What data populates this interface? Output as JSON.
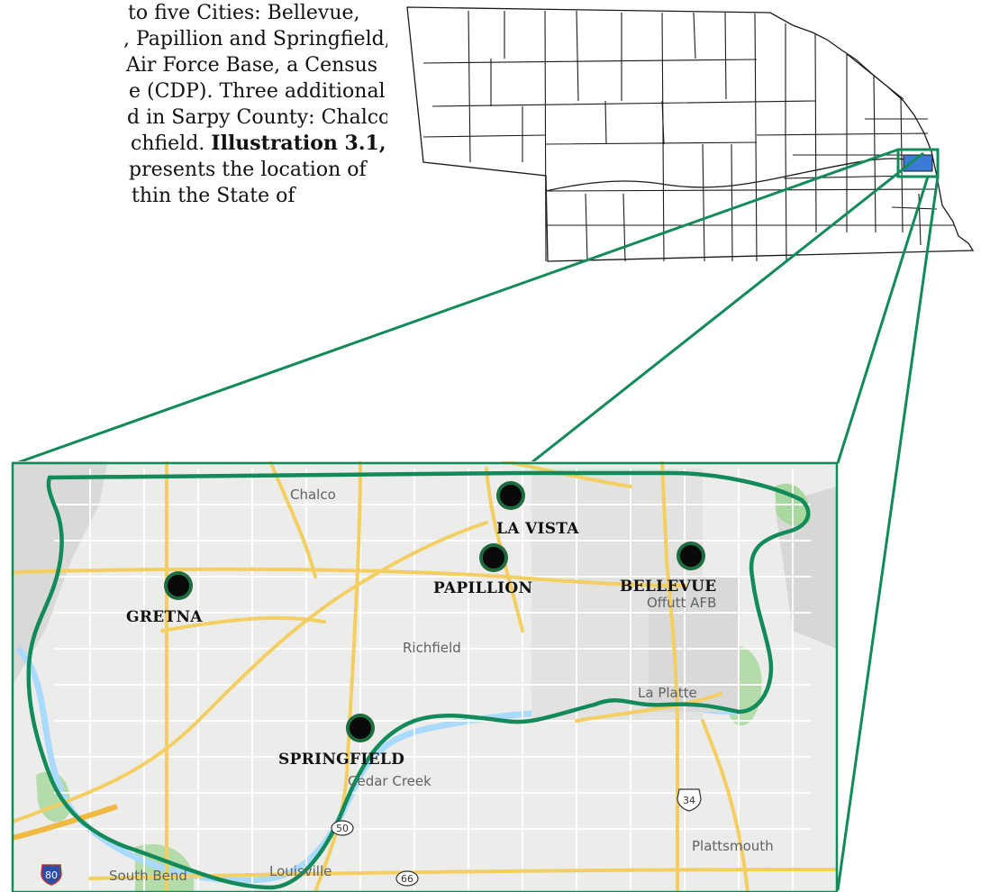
{
  "paragraph": {
    "line1": "to five Cities: Bellevue,",
    "line2": ", Papillion and Springfield,",
    "line3": "Air Force Base, a Census",
    "line4": "e (CDP). Three additional",
    "line5": "d in Sarpy County: Chalco,",
    "line6_pre": "chfield. ",
    "line6_bold": "Illustration 3.1,",
    "line7": "presents the location of",
    "line8": "thin the State of"
  },
  "cities": [
    {
      "name": "LA VISTA"
    },
    {
      "name": "PAPILLION"
    },
    {
      "name": "BELLEVUE"
    },
    {
      "name": "GRETNA"
    },
    {
      "name": "SPRINGFIELD"
    }
  ],
  "places": {
    "chalco": "Chalco",
    "offutt": "Offutt AFB",
    "richfield": "Richfield",
    "la_platte": "La Platte",
    "cedar_creek": "Cedar Creek",
    "plattsmouth": "Plattsmouth",
    "south_bend": "South Bend",
    "louisville": "Louisville"
  },
  "shields": {
    "us34": "34",
    "ne50": "50",
    "ne66": "66",
    "i80": "80"
  },
  "colors": {
    "boundary": "#138a5a",
    "city_marker_fill": "#0a0a0a",
    "city_marker_ring": "#1f6b3f",
    "sarpy_highlight": "#3a7bd5",
    "map_background": "#ececea",
    "highway": "#f3cf63"
  }
}
